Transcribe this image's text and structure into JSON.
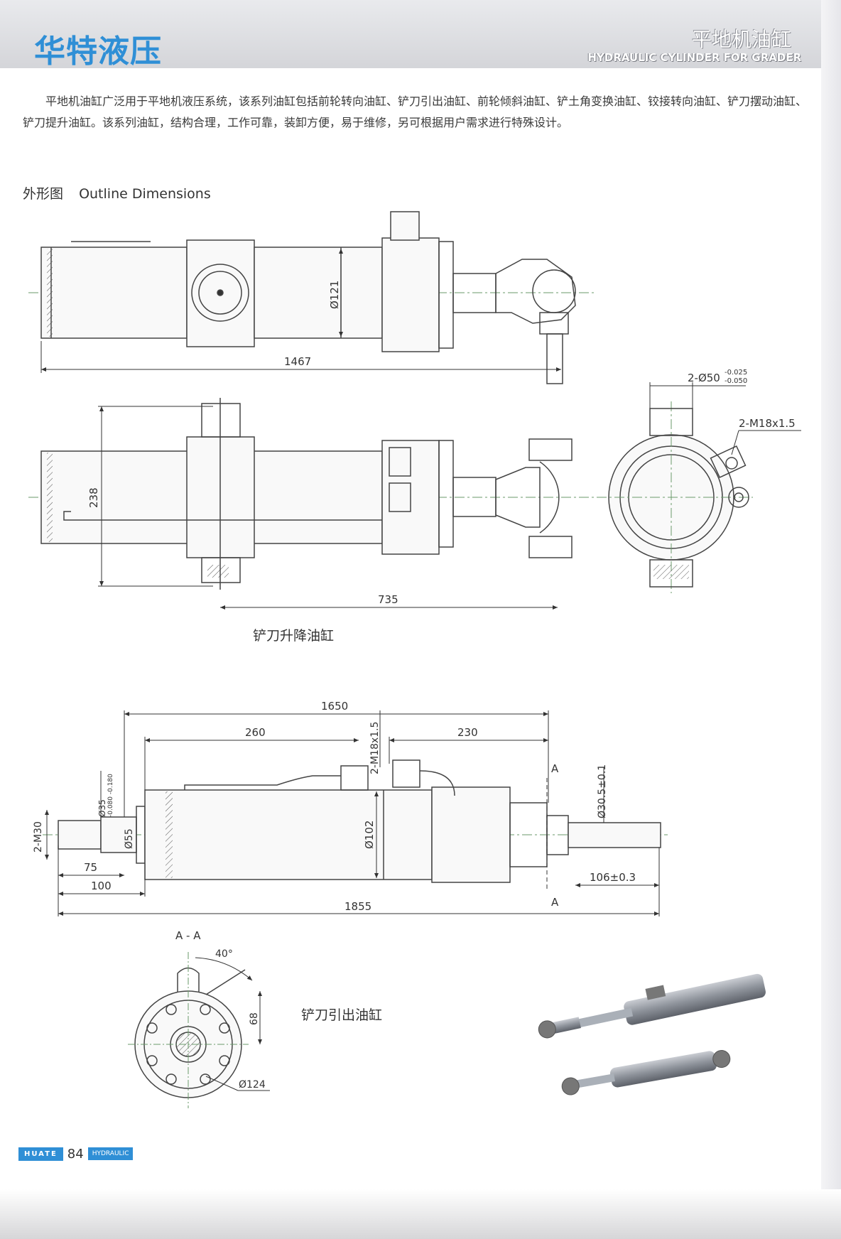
{
  "header": {
    "brand": "华特液压",
    "title_cn": "平地机油缸",
    "title_en": "HYDRAULIC CYLINDER FOR GRADER"
  },
  "intro": "平地机油缸广泛用于平地机液压系统，该系列油缸包括前轮转向油缸、铲刀引出油缸、前轮倾斜油缸、铲土角变换油缸、铰接转向油缸、铲刀摆动油缸、铲刀提升油缸。该系列油缸，结构合理，工作可靠，装卸方便，易于维修，另可根据用户需求进行特殊设计。",
  "outline": {
    "cn": "外形图",
    "en": "Outline Dimensions"
  },
  "drawing1": {
    "dim_length": "1467",
    "dim_bore": "Ø121",
    "dim_height": "238",
    "dim_stroke": "735",
    "dim_pin": "2-Ø50",
    "dim_pin_tol_upper": "-0.025",
    "dim_pin_tol_lower": "-0.050",
    "dim_port": "2-M18x1.5",
    "caption": "铲刀升降油缸"
  },
  "drawing2": {
    "dim_total_top": "1650",
    "dim_left": "260",
    "dim_right": "230",
    "dim_port": "2-M18x1.5",
    "dim_rod_end": "Ø35",
    "dim_rod_end_tol": "-0.080 -0.180",
    "dim_thread": "2-M30",
    "dim_neck": "Ø55",
    "dim_bore": "Ø102",
    "dim_rod": "Ø30.5±0.1",
    "dim_75": "75",
    "dim_100": "100",
    "dim_total": "1855",
    "dim_106": "106±0.3",
    "section_mark": "A",
    "section_label": "A - A",
    "angle": "40°",
    "dim_68": "68",
    "dim_124": "Ø124",
    "caption": "铲刀引出油缸"
  },
  "footer": {
    "brand": "HUATE",
    "page": "84",
    "tag": "HYDRAULIC"
  },
  "colors": {
    "brand_blue": "#2f8fd6",
    "line": "#444444",
    "centerline": "#6a9a6a"
  }
}
